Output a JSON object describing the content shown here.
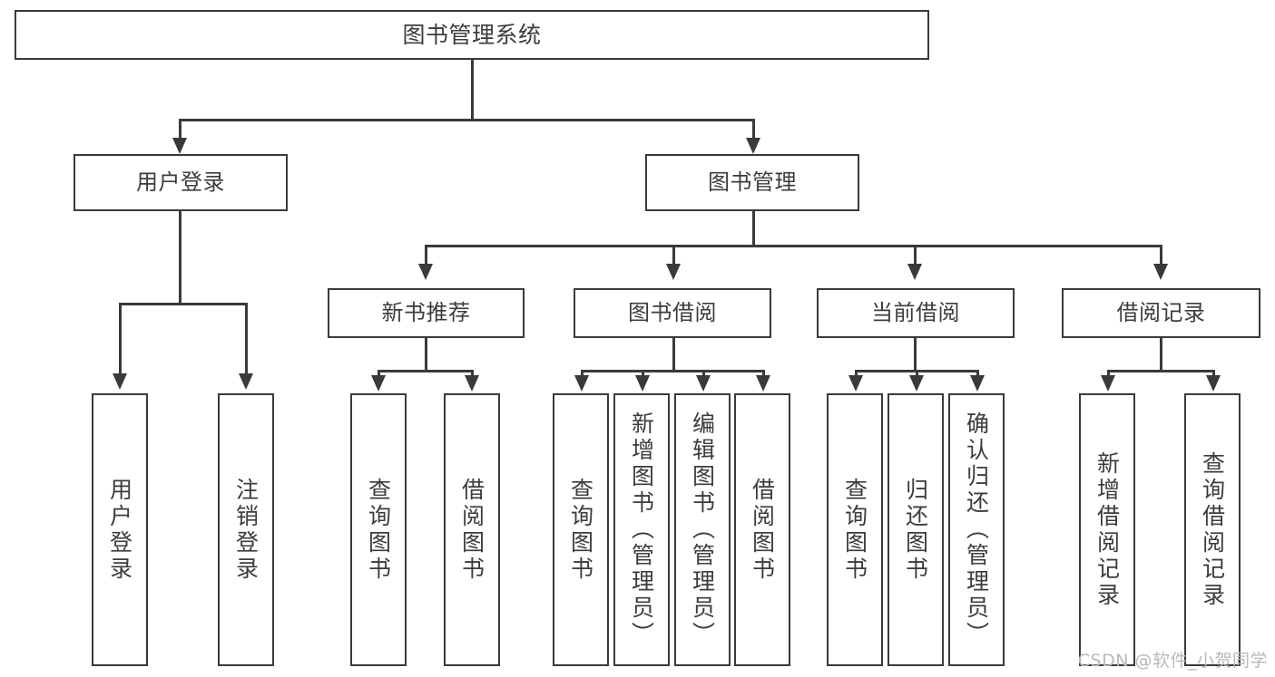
{
  "diagram": {
    "title": "图书管理系统",
    "type": "hierarchy-tree",
    "levels": 4,
    "colors": {
      "stroke": "#3a3a3a",
      "fill": "#ffffff",
      "text": "#3c3c3c",
      "watermark": "#b9b9b9"
    },
    "root": {
      "label": "图书管理系统"
    },
    "level1": [
      {
        "label": "用户登录"
      },
      {
        "label": "图书管理"
      }
    ],
    "level2": [
      {
        "label": "新书推荐"
      },
      {
        "label": "图书借阅"
      },
      {
        "label": "当前借阅"
      },
      {
        "label": "借阅记录"
      }
    ],
    "leaves": {
      "user_login": [
        {
          "label": "用户登录"
        },
        {
          "label": "注销登录"
        }
      ],
      "new_book_recommend": [
        {
          "label": "查询图书"
        },
        {
          "label": "借阅图书"
        }
      ],
      "book_borrow": [
        {
          "label": "查询图书"
        },
        {
          "label": "新增图书（管理员）"
        },
        {
          "label": "编辑图书（管理员）"
        },
        {
          "label": "借阅图书"
        }
      ],
      "current_borrow": [
        {
          "label": "查询图书"
        },
        {
          "label": "归还图书"
        },
        {
          "label": "确认归还（管理员）"
        }
      ],
      "borrow_record": [
        {
          "label": "新增借阅记录"
        },
        {
          "label": "查询借阅记录"
        }
      ]
    }
  },
  "watermark": {
    "text": "CSDN @软件_小贺同学"
  }
}
